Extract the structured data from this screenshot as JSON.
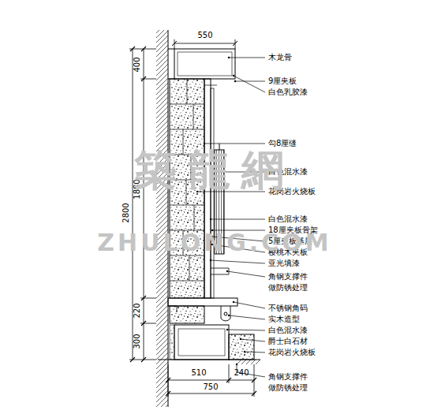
{
  "diagram": {
    "labels": [
      "550",
      "400",
      "1880",
      "2800",
      "220",
      "300",
      "木龙骨",
      "9厘夹板",
      "白色乳胶漆",
      "勾8厘缝",
      "白色混水漆",
      "花岗岩火烧板",
      "白色混水漆",
      "18厘夹板骨架",
      "5厘夹板基层",
      "樱桃木夹板",
      "亚光填漆",
      "角钢支撑件",
      "做防锈处理",
      "不锈钢角码",
      "实木造型",
      "白色混水漆",
      "爵士白石材",
      "花岗岩火烧板",
      "510",
      "240",
      "750",
      "角钢支撑件",
      "做防锈处理",
      "築龍網",
      "ZHULONG.COM"
    ]
  }
}
